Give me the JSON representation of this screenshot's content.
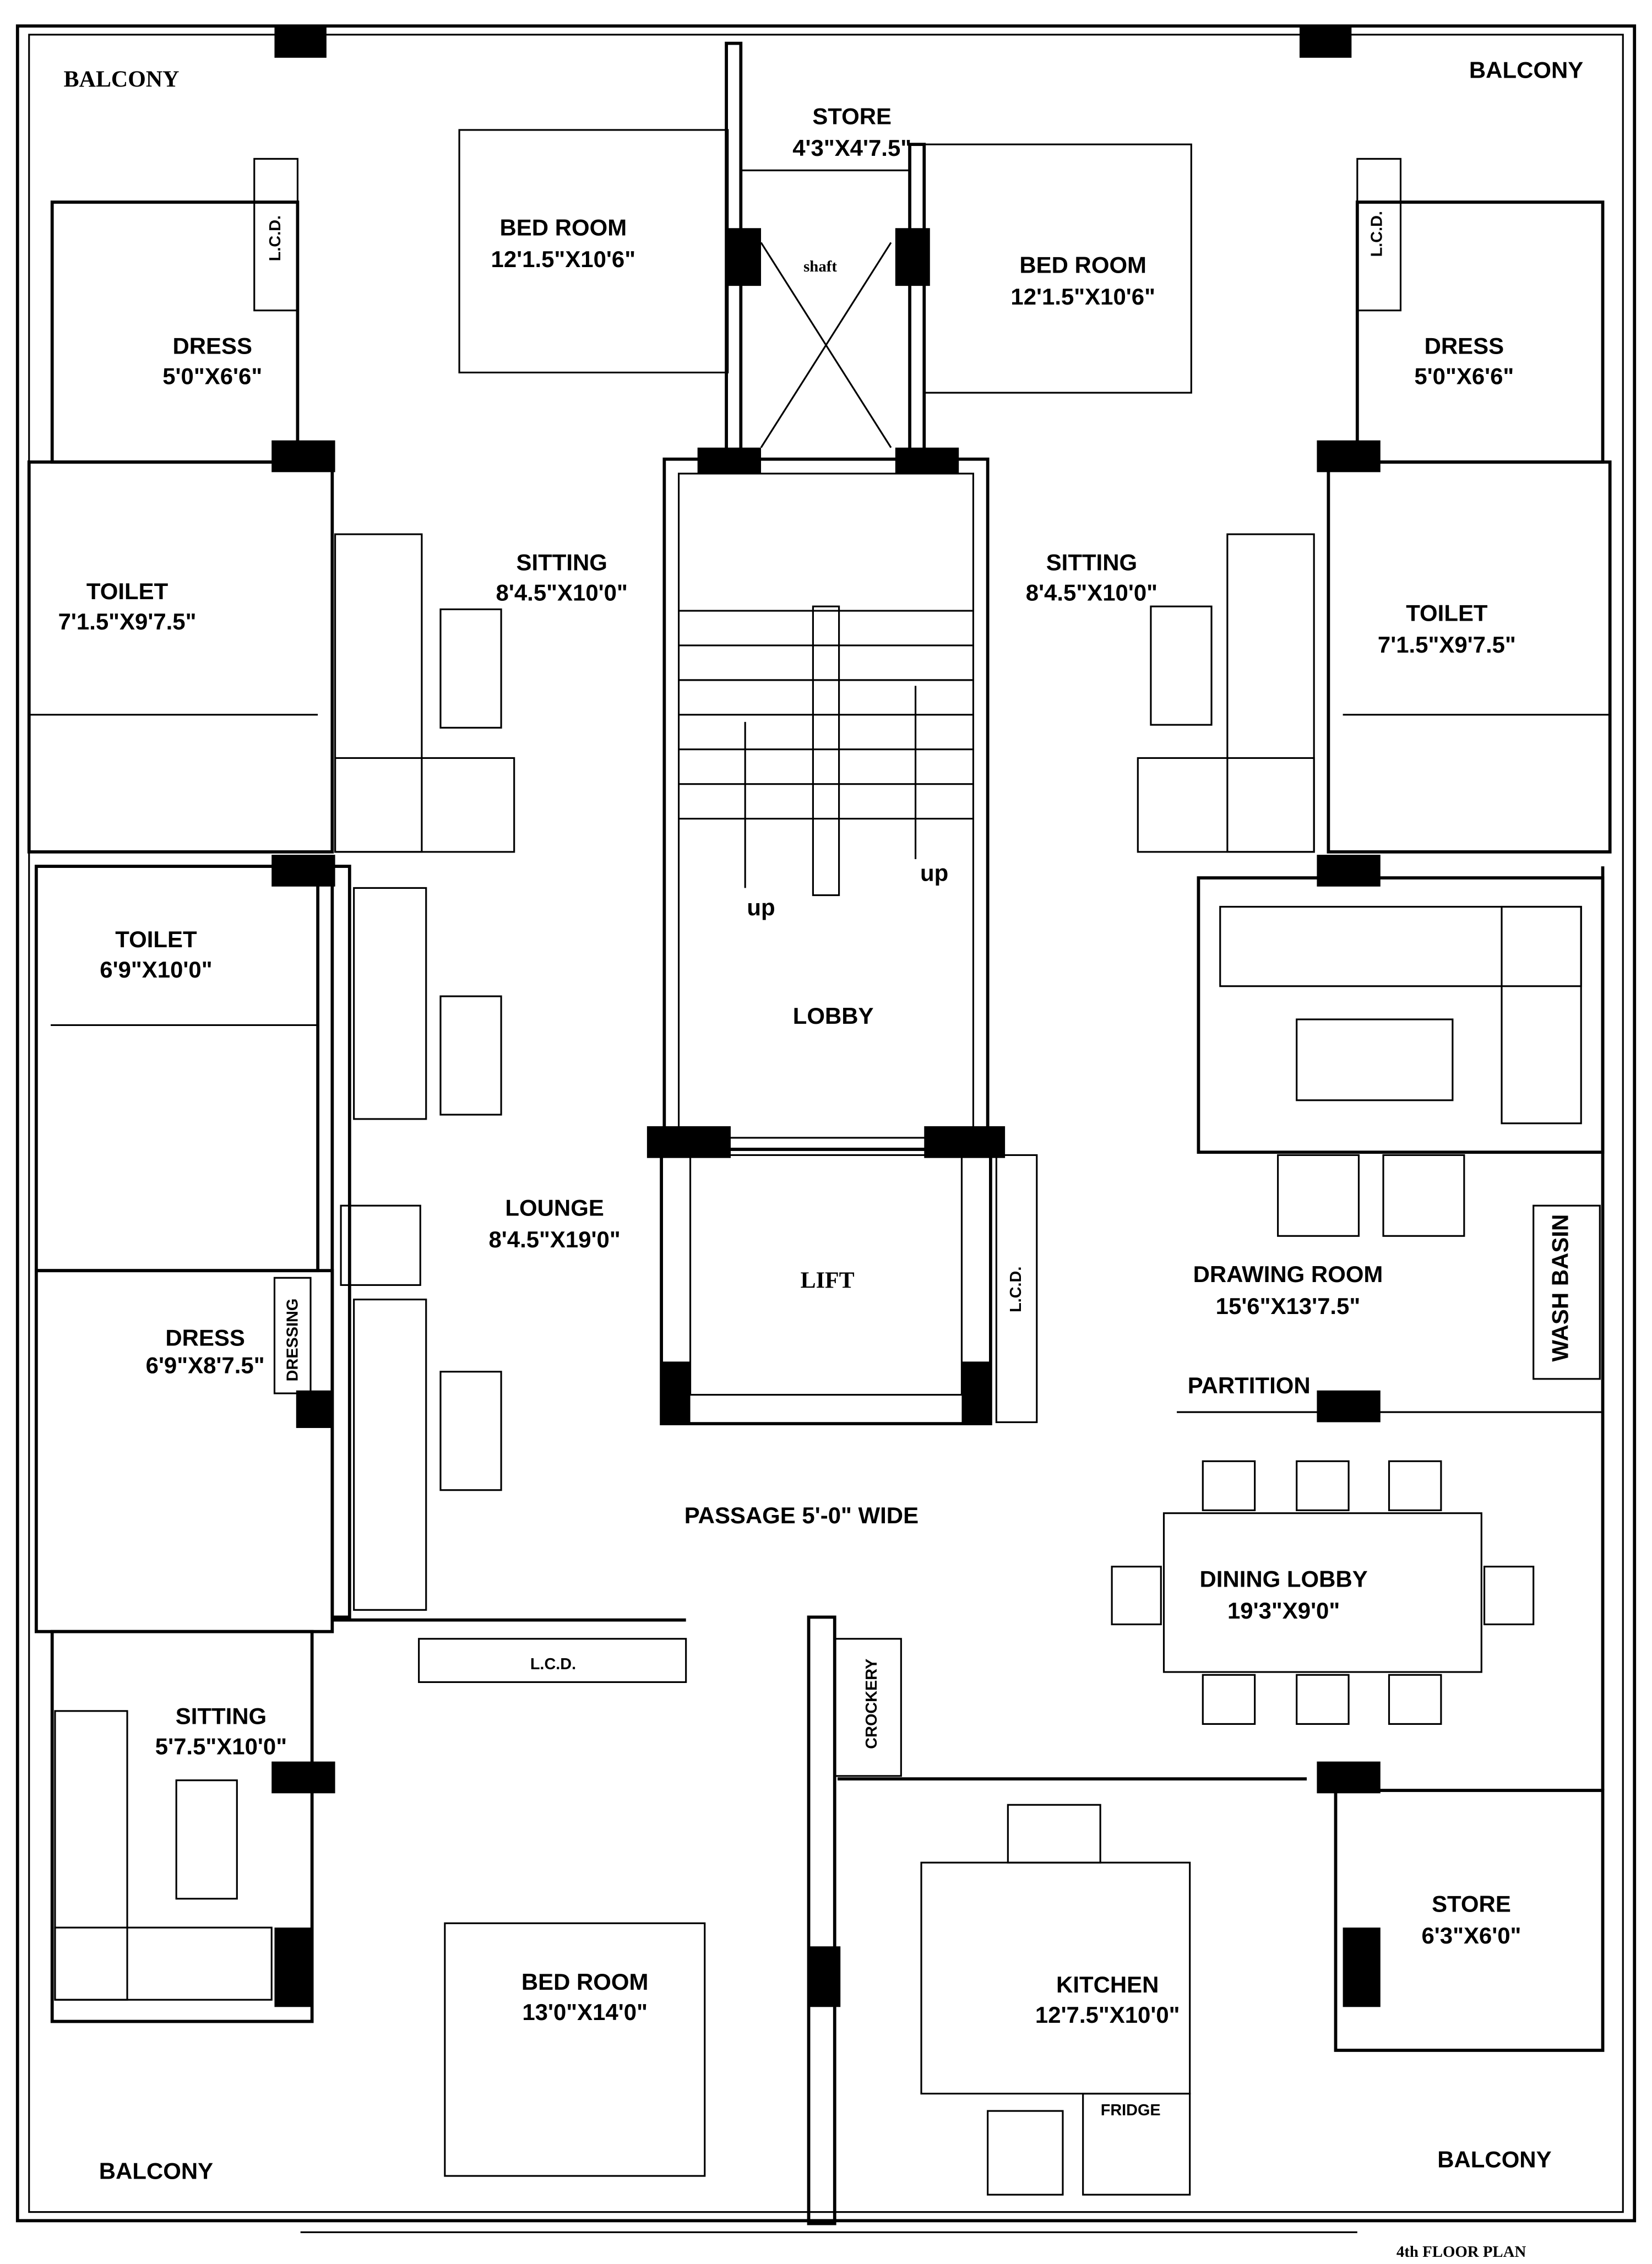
{
  "title": "4th FLOOR PLAN",
  "rooms": {
    "balcony_tl": {
      "name": "BALCONY"
    },
    "balcony_tr": {
      "name": "BALCONY"
    },
    "balcony_bl": {
      "name": "BALCONY"
    },
    "balcony_br": {
      "name": "BALCONY"
    },
    "store_top": {
      "name": "STORE",
      "size": "4'3\"X4'7.5\""
    },
    "bed_tl": {
      "name": "BED ROOM",
      "size": "12'1.5\"X10'6\""
    },
    "bed_tr": {
      "name": "BED ROOM",
      "size": "12'1.5\"X10'6\""
    },
    "shaft": {
      "name": "shaft"
    },
    "dress_tl": {
      "name": "DRESS",
      "size": "5'0\"X6'6\""
    },
    "dress_tr": {
      "name": "DRESS",
      "size": "5'0\"X6'6\""
    },
    "sitting_l": {
      "name": "SITTING",
      "size": "8'4.5\"X10'0\""
    },
    "sitting_r": {
      "name": "SITTING",
      "size": "8'4.5\"X10'0\""
    },
    "toilet_l": {
      "name": "TOILET",
      "size": "7'1.5\"X9'7.5\""
    },
    "toilet_r": {
      "name": "TOILET",
      "size": "7'1.5\"X9'7.5\""
    },
    "toilet_l2": {
      "name": "TOILET",
      "size": "6'9\"X10'0\""
    },
    "lobby": {
      "name": "LOBBY"
    },
    "lounge": {
      "name": "LOUNGE",
      "size": "8'4.5\"X19'0\""
    },
    "lift": {
      "name": "LIFT"
    },
    "drawing": {
      "name": "DRAWING ROOM",
      "size": "15'6\"X13'7.5\""
    },
    "dress_l2": {
      "name": "DRESS",
      "size": "6'9\"X8'7.5\""
    },
    "passage": {
      "name": "PASSAGE 5'-0\" WIDE"
    },
    "dining": {
      "name": "DINING LOBBY",
      "size": "19'3\"X9'0\""
    },
    "sitting_bl": {
      "name": "SITTING",
      "size": "5'7.5\"X10'0\""
    },
    "store_br": {
      "name": "STORE",
      "size": "6'3\"X6'0\""
    },
    "bed_b": {
      "name": "BED ROOM",
      "size": "13'0\"X14'0\""
    },
    "kitchen": {
      "name": "KITCHEN",
      "size": "12'7.5\"X10'0\""
    }
  },
  "fixtures": {
    "lcd": "L.C.D.",
    "wash_basin": "WASH BASIN",
    "dressing": "DRESSING",
    "partition": "PARTITION",
    "crockery": "CROCKERY",
    "fridge": "FRIDGE",
    "up": "up"
  }
}
